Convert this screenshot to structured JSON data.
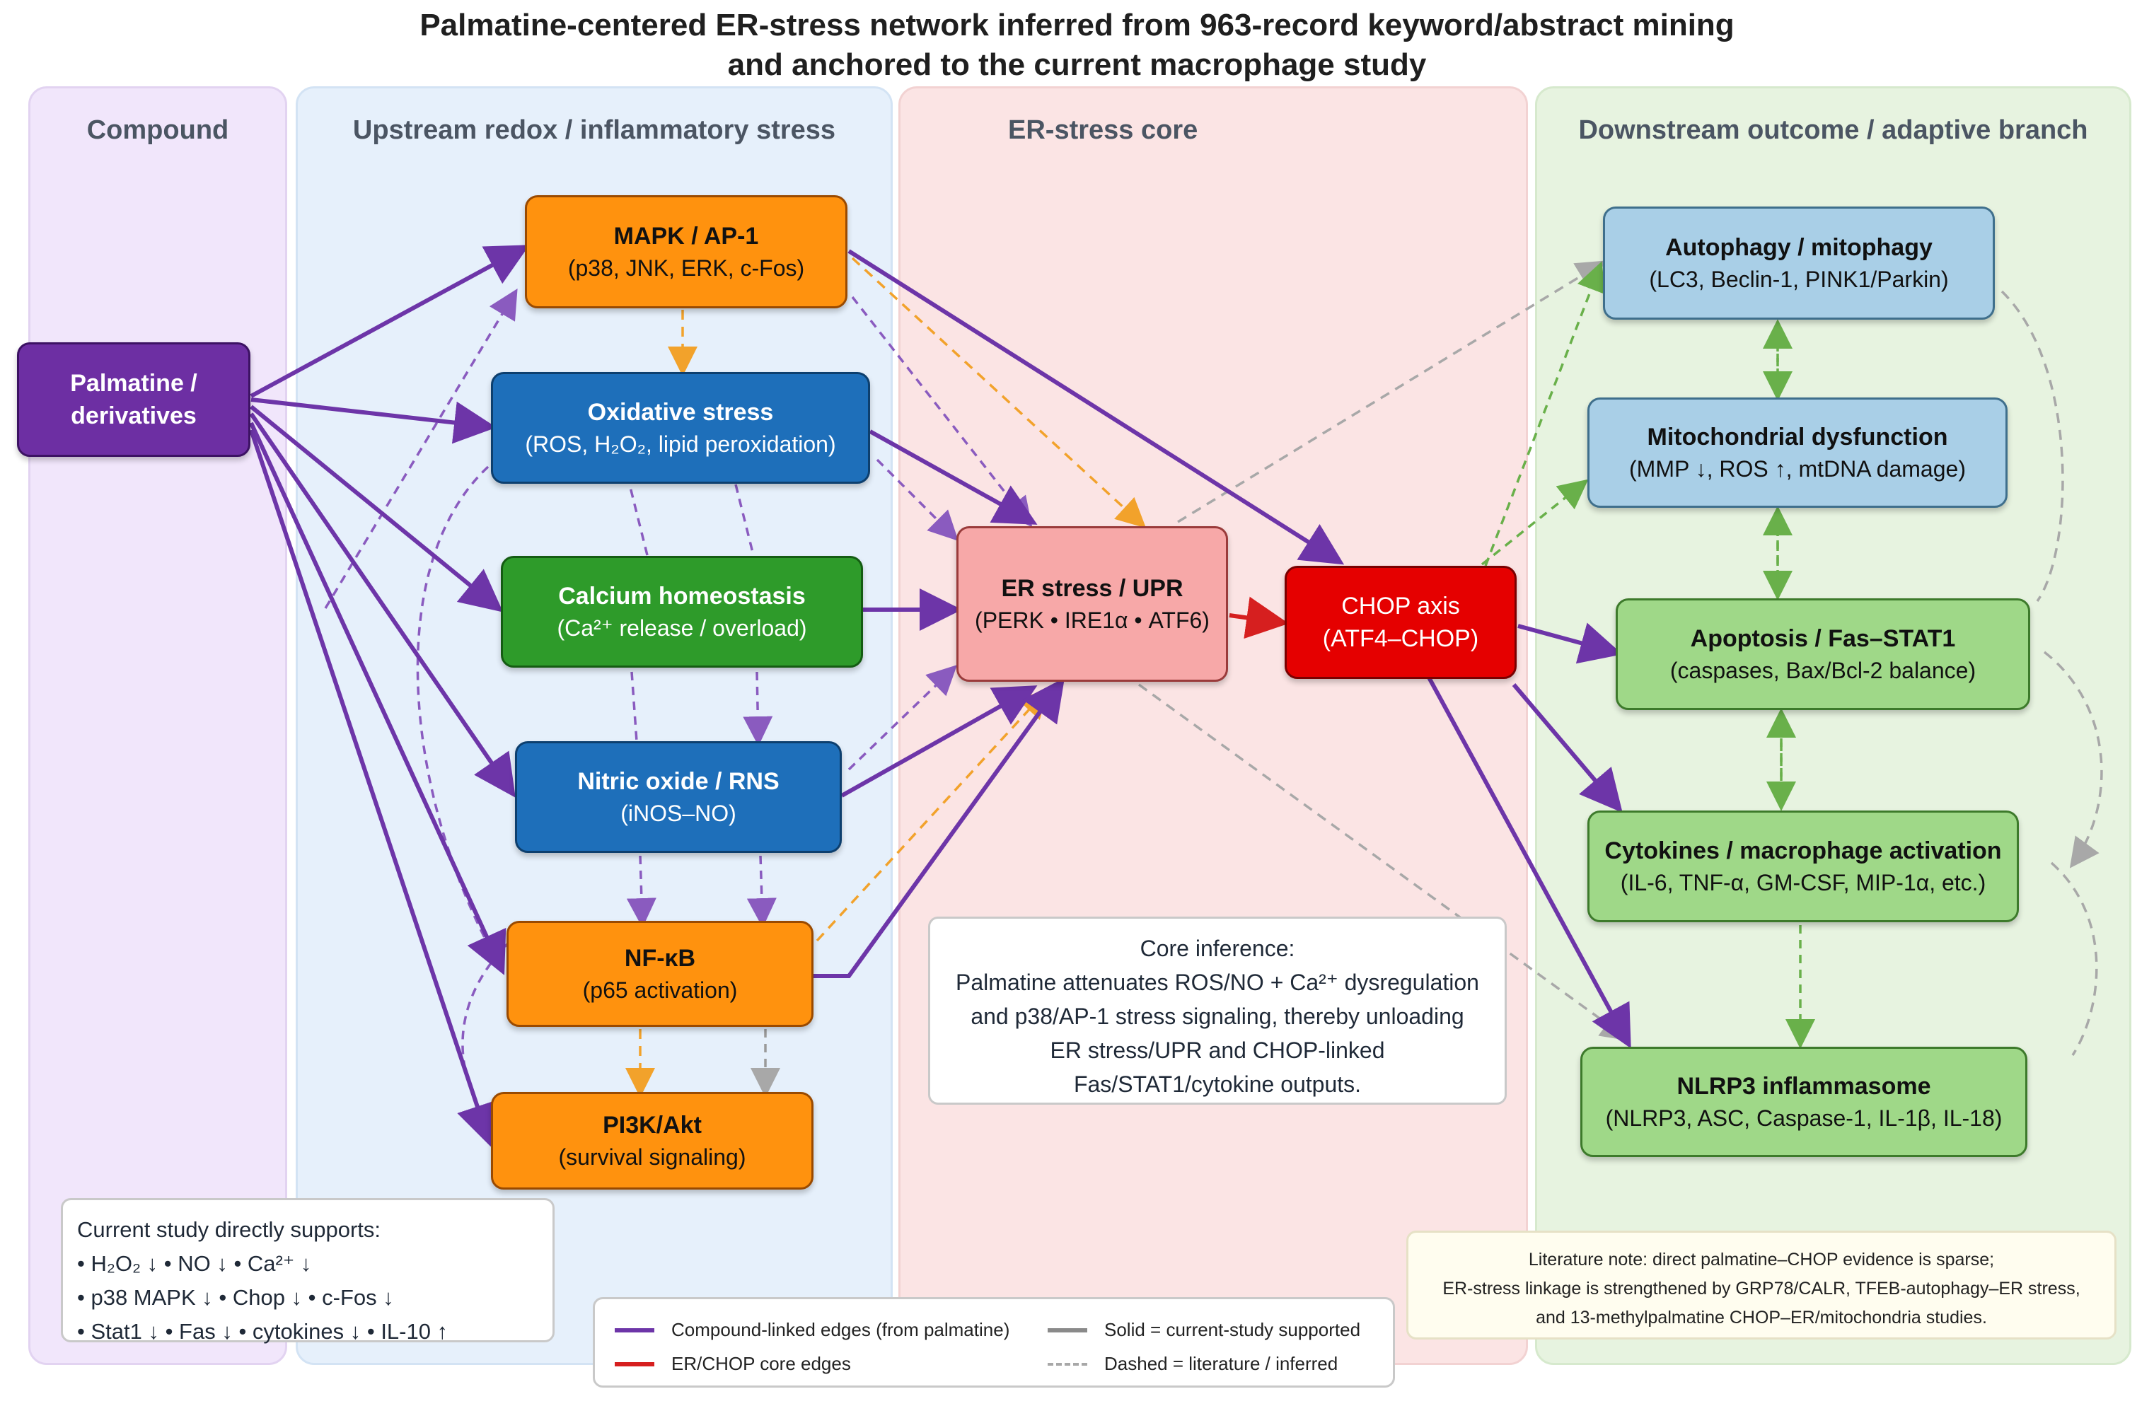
{
  "title_line1": "Palmatine-centered ER-stress network inferred from 963-record keyword/abstract mining",
  "title_line2": "and anchored to the current macrophage study",
  "lanes": {
    "compound": "Compound",
    "upstream": "Upstream redox / inflammatory stress",
    "core": "ER-stress core",
    "downstream": "Downstream outcome / adaptive branch"
  },
  "nodes": {
    "palmatine": {
      "t1": "Palmatine /",
      "t2": "derivatives"
    },
    "mapk": {
      "title": "MAPK / AP-1",
      "sub": "(p38, JNK, ERK, c-Fos)"
    },
    "oxidative": {
      "title": "Oxidative stress",
      "sub": "(ROS, H₂O₂, lipid peroxidation)"
    },
    "calcium": {
      "title": "Calcium homeostasis",
      "sub": "(Ca²⁺ release / overload)"
    },
    "nitric": {
      "title": "Nitric oxide / RNS",
      "sub": "(iNOS–NO)"
    },
    "nfkb": {
      "title": "NF-κB",
      "sub": "(p65 activation)"
    },
    "pi3k": {
      "title": "PI3K/Akt",
      "sub": "(survival signaling)"
    },
    "er": {
      "title": "ER stress / UPR",
      "sub": "(PERK • IRE1α • ATF6)"
    },
    "chop": {
      "title": "CHOP axis",
      "sub": "(ATF4–CHOP)"
    },
    "autophagy": {
      "title": "Autophagy / mitophagy",
      "sub": "(LC3, Beclin-1, PINK1/Parkin)"
    },
    "mito": {
      "title": "Mitochondrial dysfunction",
      "sub": "(MMP ↓, ROS ↑, mtDNA damage)"
    },
    "apoptosis": {
      "title": "Apoptosis / Fas–STAT1",
      "sub": "(caspases, Bax/Bcl-2 balance)"
    },
    "cytokines": {
      "title": "Cytokines / macrophage activation",
      "sub": "(IL-6, TNF-α, GM-CSF, MIP-1α, etc.)"
    },
    "nlrp3": {
      "title": "NLRP3 inflammasome",
      "sub": "(NLRP3, ASC, Caspase-1, IL-1β, IL-18)"
    }
  },
  "core_inference": {
    "heading": "Core inference:",
    "line1": "Palmatine attenuates ROS/NO + Ca²⁺ dysregulation",
    "line2": "and p38/AP-1 stress signaling, thereby unloading",
    "line3": "ER stress/UPR and CHOP-linked",
    "line4": "Fas/STAT1/cytokine outputs."
  },
  "supports": {
    "heading": "Current study directly supports:",
    "line1": "• H₂O₂ ↓   • NO ↓   • Ca²⁺ ↓",
    "line2": "• p38 MAPK ↓   • Chop ↓   • c-Fos ↓",
    "line3": "• Stat1 ↓   • Fas ↓   • cytokines ↓   • IL-10 ↑"
  },
  "literature_note": {
    "line1": "Literature note: direct palmatine–CHOP evidence is sparse;",
    "line2": "ER-stress linkage is strengthened by GRP78/CALR, TFEB-autophagy–ER stress,",
    "line3": "and 13-methylpalmatine CHOP–ER/mitochondria studies."
  },
  "legend": {
    "compound_edges": "Compound-linked edges (from palmatine)",
    "core_edges": "ER/CHOP core edges",
    "solid": "Solid = current-study supported",
    "dashed": "Dashed = literature / inferred"
  },
  "colors": {
    "compound_edge": "#6d35a8",
    "core_edge": "#d61f1f",
    "orange_dashed": "#f2a22b",
    "gray_dashed": "#a8a8a8",
    "green_dashed": "#69b04a"
  }
}
